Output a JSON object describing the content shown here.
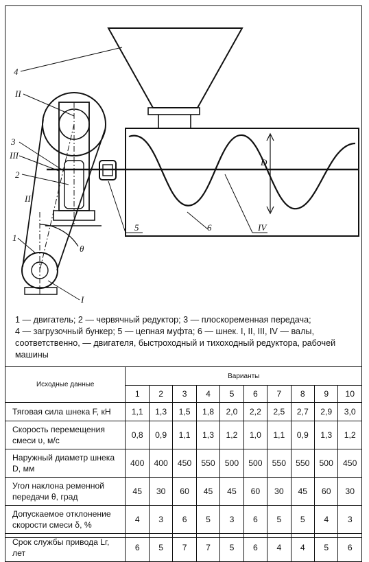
{
  "figure": {
    "labels": {
      "bunker": "4",
      "shaft_fast": "II",
      "belt": "3",
      "shaft_motor_side": "III",
      "reducer": "2",
      "belt_branch": "II",
      "motor": "1",
      "motor_shaft": "I",
      "angle": "θ",
      "coupling": "5",
      "screw": "6",
      "shaft_slow": "IV",
      "diameter": "D"
    }
  },
  "caption": {
    "line1": "1 — двигатель; 2 — червячный редуктор; 3 — плоскоременная передача;",
    "line2": "4 — загрузочный бункер; 5 — цепная муфта; 6 — шнек. I, II, III, IV — валы,",
    "line3": "соответственно, — двигателя, быстроходный и тихоходный редуктора, рабочей",
    "line4": "машины"
  },
  "table": {
    "param_header": "Исходные данные",
    "variants_header": "Варианты",
    "variant_numbers": [
      "1",
      "2",
      "3",
      "4",
      "5",
      "6",
      "7",
      "8",
      "9",
      "10"
    ],
    "rows": [
      {
        "label": "Тяговая сила шнека F, кН",
        "values": [
          "1,1",
          "1,3",
          "1,5",
          "1,8",
          "2,0",
          "2,2",
          "2,5",
          "2,7",
          "2,9",
          "3,0"
        ]
      },
      {
        "label": "Скорость перемещения смеси υ, м/с",
        "values": [
          "0,8",
          "0,9",
          "1,1",
          "1,3",
          "1,2",
          "1,0",
          "1,1",
          "0,9",
          "1,3",
          "1,2"
        ]
      },
      {
        "label": "Наружный диаметр шнека D, мм",
        "values": [
          "400",
          "400",
          "450",
          "550",
          "500",
          "500",
          "550",
          "550",
          "500",
          "450"
        ]
      },
      {
        "label": "Угол наклона ременной передачи θ, град",
        "values": [
          "45",
          "30",
          "60",
          "45",
          "45",
          "60",
          "30",
          "45",
          "60",
          "30"
        ]
      },
      {
        "label": "Допускаемое отклонение скорости смеси δ, %",
        "values": [
          "4",
          "3",
          "6",
          "5",
          "3",
          "6",
          "5",
          "5",
          "4",
          "3"
        ]
      },
      {
        "label": "Срок службы привода Lг, лет",
        "values": [
          "6",
          "5",
          "7",
          "7",
          "5",
          "6",
          "4",
          "4",
          "5",
          "6"
        ]
      }
    ]
  }
}
